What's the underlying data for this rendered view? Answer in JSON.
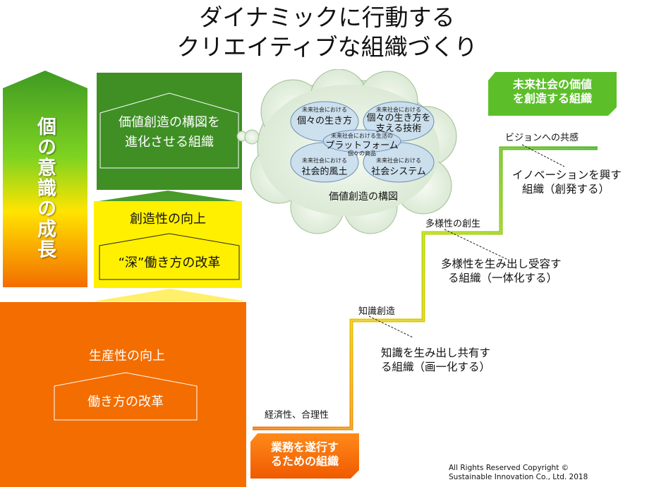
{
  "title": {
    "line1": "ダイナミックに行動する",
    "line2": "クリエイティブな組織づくり"
  },
  "left_arrow": {
    "label": "個の意識の成長"
  },
  "green_box": {
    "line1": "価値創造の構図を",
    "line2": "進化させる組織"
  },
  "yellow_box": {
    "heading": "創造性の向上",
    "inner": "“深”働き方の改革"
  },
  "orange_box": {
    "heading": "生産性の向上",
    "inner": "働き方の改革"
  },
  "cloud": {
    "caption": "価値創造の構図",
    "ovals": [
      {
        "small": "未来社会における",
        "big": "個々の生き方"
      },
      {
        "small": "未来社会における",
        "big": "個々の生き方を支える技術"
      },
      {
        "small": "未来社会における",
        "big": "社会的風土"
      },
      {
        "small": "未来社会における",
        "big": "社会システム"
      }
    ],
    "center": {
      "small": "未来社会における生活の",
      "big": "プラットフォーム",
      "sub": "個々の商品"
    }
  },
  "staircase": {
    "steps": [
      {
        "label": "経済性、合理性"
      },
      {
        "label": "知識創造",
        "desc_line1": "知識を生み出し共有す",
        "desc_line2": "る組織（画一化する）"
      },
      {
        "label": "多様性の創生",
        "desc_line1": "多様性を生み出し受容す",
        "desc_line2": "る組織（一体化する）"
      },
      {
        "label": "ビジョンへの共感",
        "desc_line1": "イノベーションを興す",
        "desc_line2": "組織（創発する）"
      }
    ]
  },
  "badges": {
    "top": {
      "line1": "未来社会の価値",
      "line2": "を創造する組織"
    },
    "bottom": {
      "line1": "業務を遂行す",
      "line2": "るための組織"
    }
  },
  "copyright": {
    "line1": "All Rights Reserved Copyright ©",
    "line2": "Sustainable Innovation Co., Ltd.  2018"
  },
  "colors": {
    "green": "#3f8f25",
    "bright_green": "#5cbf2a",
    "yellow": "#fff000",
    "orange": "#f36d00",
    "cloud": "#e3eee0",
    "oval": "#c7dcee"
  }
}
